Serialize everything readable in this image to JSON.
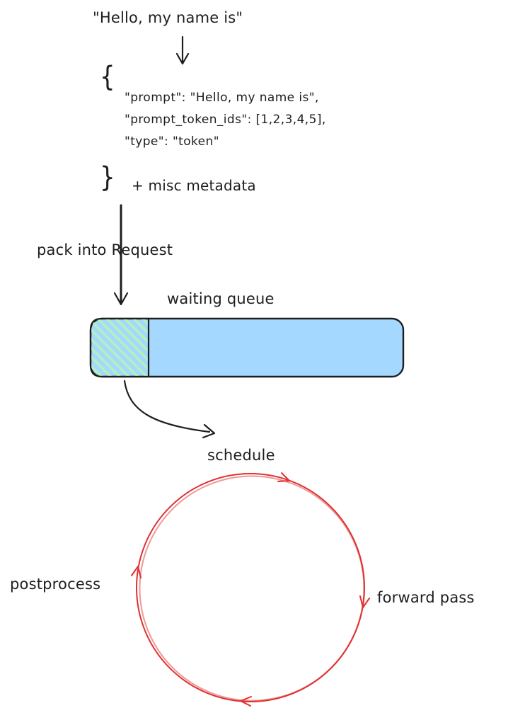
{
  "diagram": {
    "input_text": "\"Hello, my name is\"",
    "json_block": {
      "open_brace": "{",
      "lines": [
        "\"prompt\": \"Hello, my name is\",",
        "\"prompt_token_ids\": [1,2,3,4,5],",
        "\"type\": \"token\""
      ],
      "close_brace": "}",
      "metadata_note": "+ misc metadata"
    },
    "pack_label": "pack into Request",
    "queue_label": "waiting queue",
    "cycle": {
      "schedule": "schedule",
      "forward_pass": "forward pass",
      "postprocess": "postprocess"
    },
    "colors": {
      "ink": "#1e1e1e",
      "queue_fill": "#a5d8ff",
      "hatch": "#b2f2bb",
      "cycle_stroke": "#e03131"
    }
  }
}
